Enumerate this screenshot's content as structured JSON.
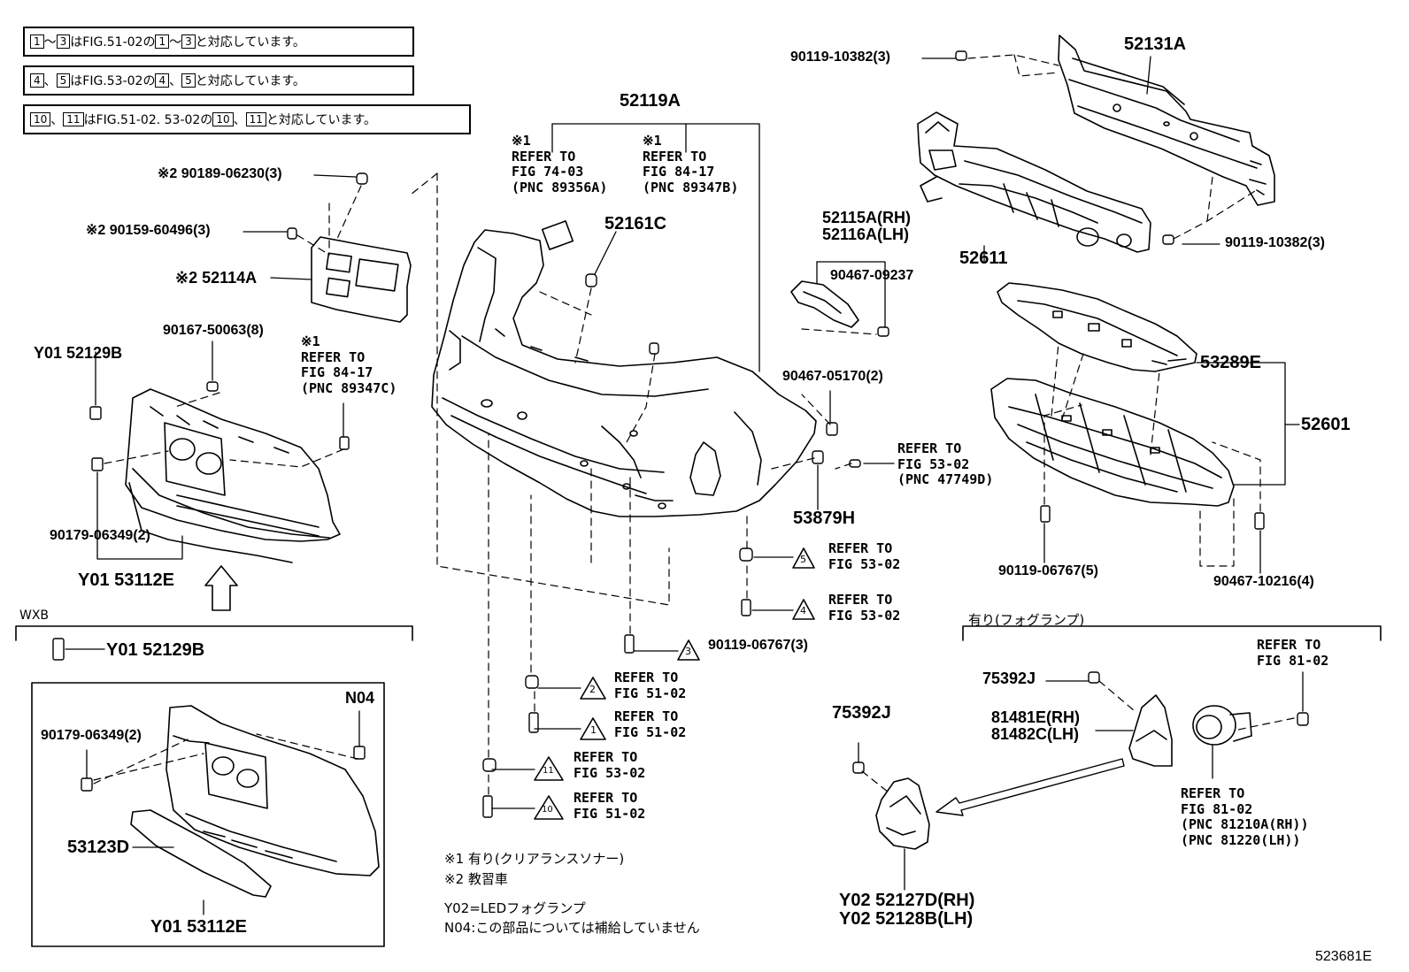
{
  "legend": [
    {
      "symbols_from": "1",
      "symbols_to": "3",
      "sep": "～",
      "text1": "はFIG.51-02の",
      "text2": "と対応しています。"
    },
    {
      "symbols_from": "4",
      "symbols_to": "5",
      "sep": "、",
      "text1": "はFIG.53-02の",
      "text2": "と対応しています。"
    },
    {
      "symbols_from": "10",
      "symbols_to": "11",
      "sep": "、",
      "text1": "はFIG.51-02. 53-02の",
      "text2": "と対応しています。"
    }
  ],
  "parts": {
    "p_90119_10382_top": "90119-10382(3)",
    "p_52131A": "52131A",
    "p_52119A": "52119A",
    "p_ref_74_03": "※1\nREFER TO\nFIG 74-03\n(PNC 89356A)",
    "p_ref_84_17_b": "※1\nREFER TO\nFIG 84-17\n(PNC 89347B)",
    "p_52161C": "52161C",
    "p_90189_06230": "※2 90189-06230(3)",
    "p_90159_60496": "※2 90159-60496(3)",
    "p_52114A": "※2 52114A",
    "p_90167_50063": "90167-50063(8)",
    "p_ref_84_17_c": "※1\nREFER TO\nFIG 84-17\n(PNC 89347C)",
    "p_Y01_52129B_a": "Y01 52129B",
    "p_90179_06349_a": "90179-06349(2)",
    "p_Y01_53112E_a": "Y01 53112E",
    "p_52115A": "52115A(RH)\n52116A(LH)",
    "p_90467_09237": "90467-09237",
    "p_52611": "52611",
    "p_90119_10382_b": "90119-10382(3)",
    "p_53289E": "53289E",
    "p_52601": "52601",
    "p_90467_05170": "90467-05170(2)",
    "p_ref_53_02_a": "REFER TO\nFIG 53-02\n(PNC 47749D)",
    "p_53879H": "53879H",
    "p_90119_06767_5": "90119-06767(5)",
    "p_90467_10216": "90467-10216(4)",
    "p_ref_53_02_5": "REFER TO\nFIG 53-02",
    "p_ref_53_02_4": "REFER TO\nFIG 53-02",
    "p_90119_06767_3": "90119-06767(3)",
    "p_ref_51_02_2": "REFER TO\nFIG 51-02",
    "p_ref_51_02_1": "REFER TO\nFIG 51-02",
    "p_ref_53_02_11": "REFER TO\nFIG 53-02",
    "p_ref_51_02_10": "REFER TO\nFIG 51-02",
    "p_WXB": "WXB",
    "p_Y01_52129B_b": "Y01 52129B",
    "p_N04": "N04",
    "p_90179_06349_b": "90179-06349(2)",
    "p_53123D": "53123D",
    "p_Y01_53112E_b": "Y01 53112E",
    "p_fog_header": "有り(フォグランプ)",
    "p_75392J_a": "75392J",
    "p_75392J_b": "75392J",
    "p_81481E": "81481E(RH)\n81482C(LH)",
    "p_ref_81_02_a": "REFER TO\nFIG 81-02",
    "p_ref_81_02_b": "REFER TO\nFIG 81-02\n(PNC 81210A(RH))\n(PNC 81220(LH))",
    "p_Y02_52127D": "Y02 52127D(RH)\nY02 52128B(LH)",
    "p_diagram_no": "523681E"
  },
  "triangles": {
    "t5": "5",
    "t4": "4",
    "t3": "3",
    "t2": "2",
    "t1": "1",
    "t11": "11",
    "t10": "10"
  },
  "notes": {
    "n1": "※1 有り(クリアランスソナー)",
    "n2": "※2 教習車",
    "n3": "Y02=LEDフォグランプ",
    "n4": "N04:この部品については補給していません"
  }
}
